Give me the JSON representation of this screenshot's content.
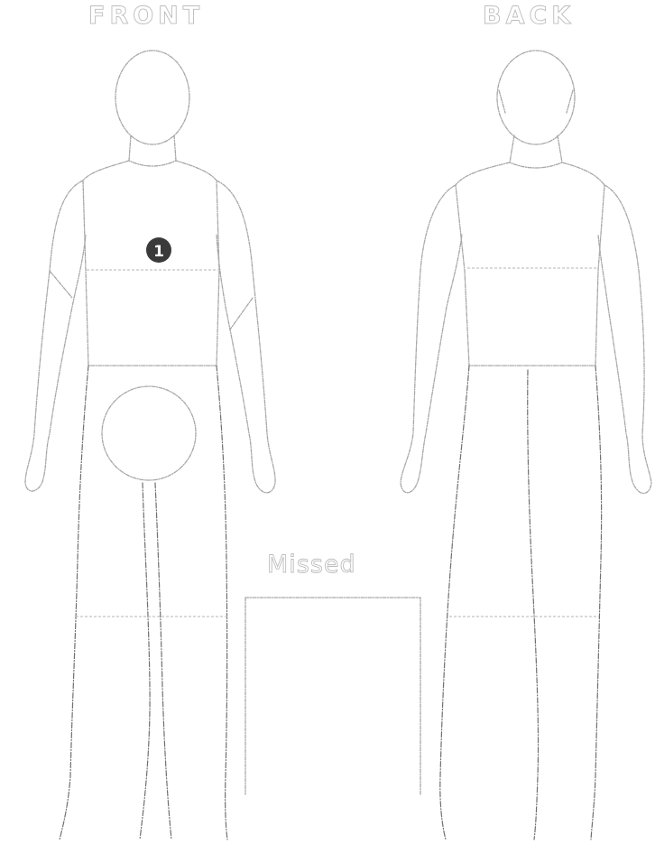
{
  "labels": {
    "front": "FRONT",
    "back": "BACK",
    "missed": "Missed"
  },
  "markers": [
    {
      "number": "1",
      "view": "front",
      "region": "chest"
    }
  ],
  "colors": {
    "outline": "#a7a7a7",
    "marker": "#3a3a3a",
    "label_outline": "#bdbdbd"
  }
}
